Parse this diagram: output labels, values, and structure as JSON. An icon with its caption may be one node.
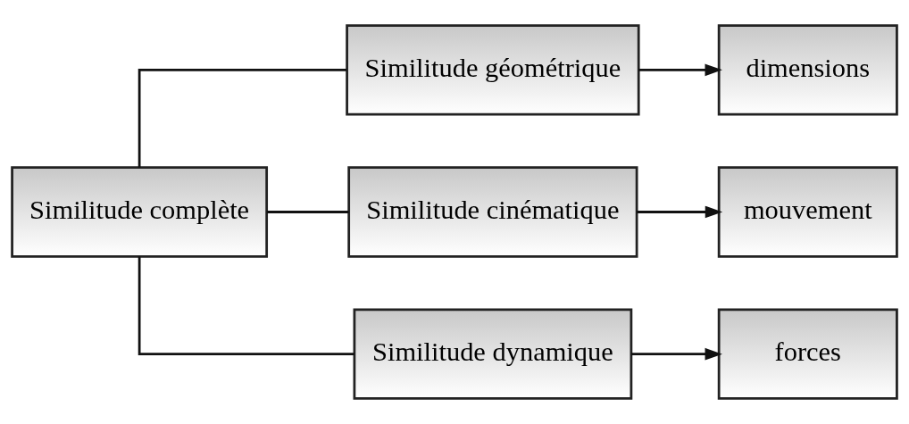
{
  "diagram": {
    "nodes": [
      {
        "text": [
          "Similitude complète"
        ]
      },
      {
        "text": [
          "Similitude géométrique"
        ]
      },
      {
        "text": [
          "Similitude cinématique"
        ]
      },
      {
        "text": [
          "Similitude dynamique"
        ]
      },
      {
        "text": [
          "dimensions"
        ]
      },
      {
        "text": [
          "mouvement"
        ]
      },
      {
        "text": [
          "forces"
        ]
      }
    ],
    "edges": [
      {
        "from": 0,
        "to": 1,
        "arrow": "none"
      },
      {
        "from": 0,
        "to": 2,
        "arrow": "none"
      },
      {
        "from": 0,
        "to": 3,
        "arrow": "none"
      },
      {
        "from": 1,
        "to": 4,
        "arrow": "to"
      },
      {
        "from": 2,
        "to": 5,
        "arrow": "to"
      },
      {
        "from": 3,
        "to": 6,
        "arrow": "to"
      }
    ]
  }
}
